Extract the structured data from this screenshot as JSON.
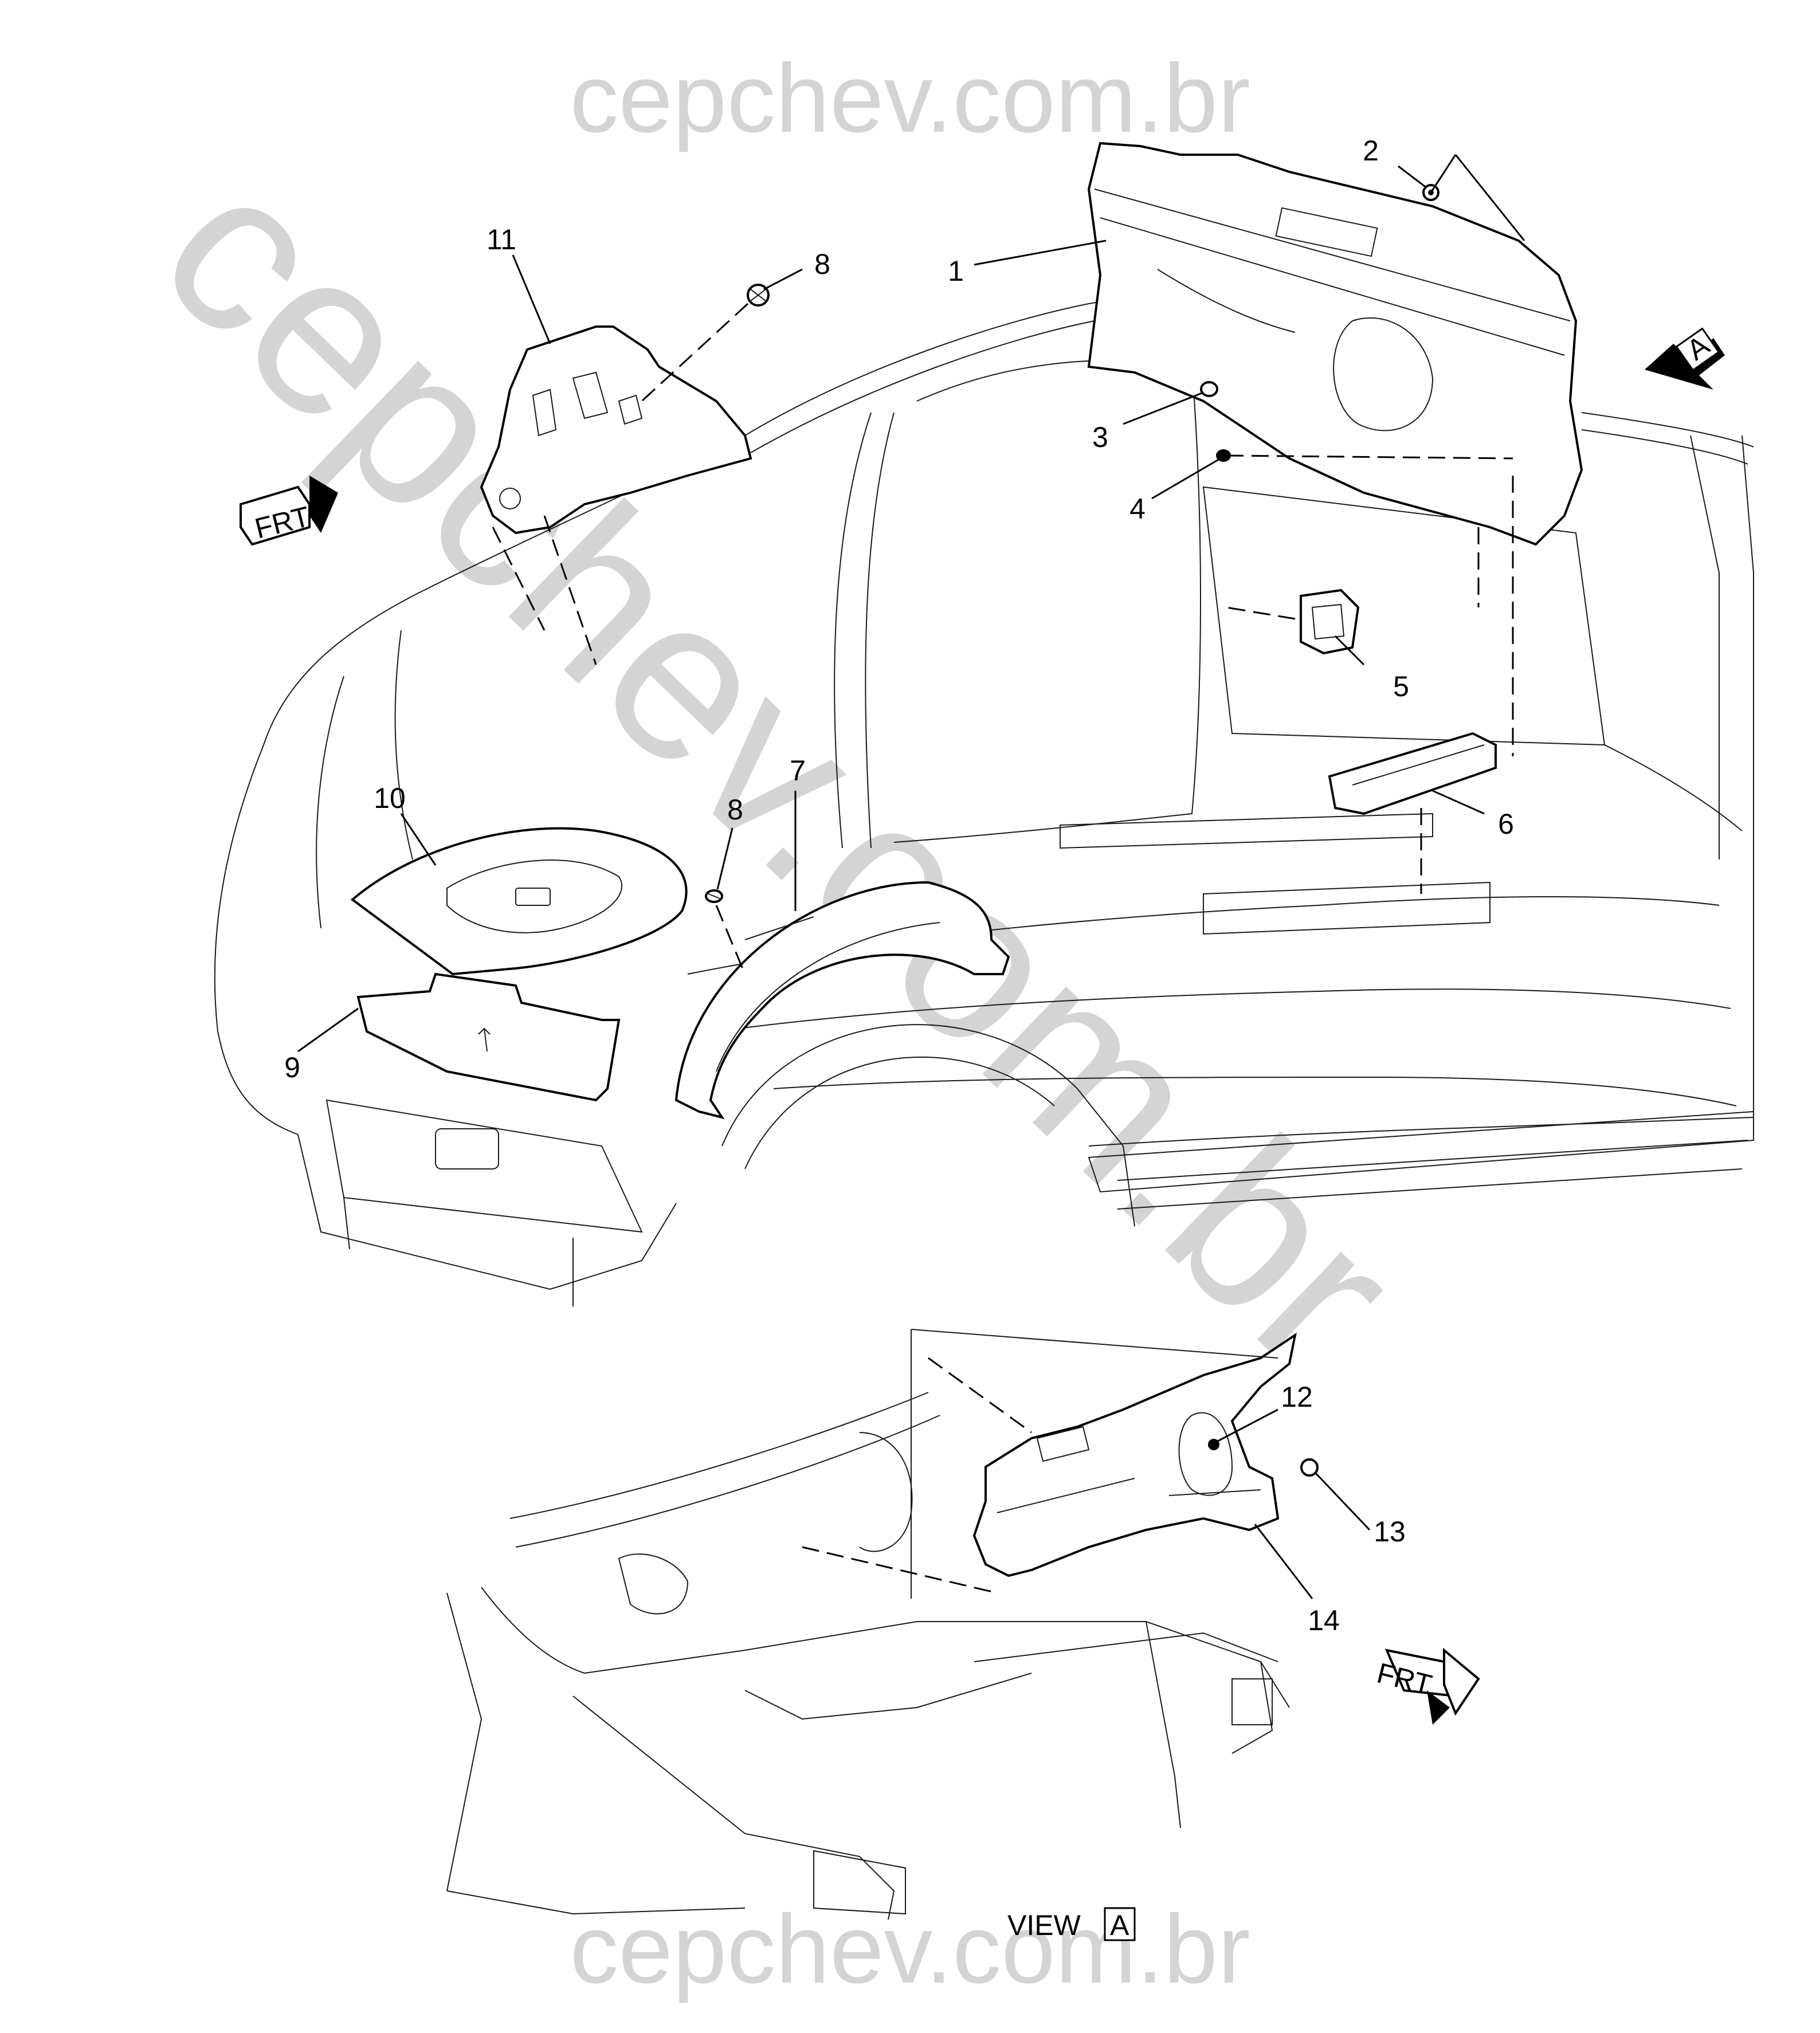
{
  "watermark": {
    "top": "cepchev.com.br",
    "diagonal": "cepchev.com.br",
    "bottom": "cepchev.com.br"
  },
  "callouts": [
    "1",
    "2",
    "3",
    "4",
    "5",
    "6",
    "7",
    "8",
    "8",
    "9",
    "10",
    "11",
    "12",
    "13",
    "14"
  ],
  "view_label": {
    "text": "VIEW",
    "box": "A"
  },
  "view_marker": {
    "box": "A"
  },
  "frt_labels": [
    "FRT",
    "FRT"
  ],
  "colors": {
    "line": "#000000",
    "watermark": "#d4d4d4",
    "background": "#ffffff"
  }
}
